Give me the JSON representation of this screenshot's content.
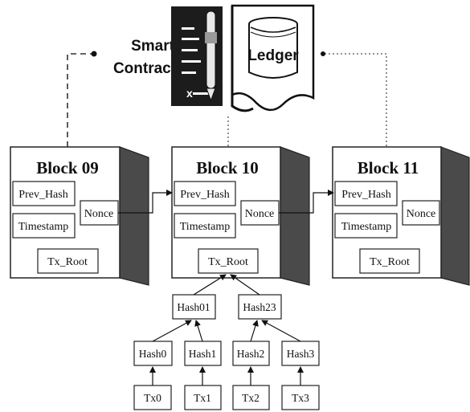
{
  "smart_contract": {
    "label_line1": "Smart",
    "label_line2": "Contract",
    "icon": "contract-pen-icon",
    "mark": "x"
  },
  "ledger": {
    "label": "Ledger",
    "icon": "ledger-scroll-icon"
  },
  "blocks": [
    {
      "title": "Block 09",
      "prev_hash": "Prev_Hash",
      "timestamp": "Timestamp",
      "nonce": "Nonce",
      "tx_root": "Tx_Root"
    },
    {
      "title": "Block 10",
      "prev_hash": "Prev_Hash",
      "timestamp": "Timestamp",
      "nonce": "Nonce",
      "tx_root": "Tx_Root"
    },
    {
      "title": "Block 11",
      "prev_hash": "Prev_Hash",
      "timestamp": "Timestamp",
      "nonce": "Nonce",
      "tx_root": "Tx_Root"
    }
  ],
  "merkle_tree": {
    "level1": [
      "Hash01",
      "Hash23"
    ],
    "level2": [
      "Hash0",
      "Hash1",
      "Hash2",
      "Hash3"
    ],
    "transactions": [
      "Tx0",
      "Tx1",
      "Tx2",
      "Tx3"
    ]
  },
  "colors": {
    "block_side": "#4a4a4a",
    "contract_panel": "#1c1c1c",
    "line": "#111111"
  }
}
